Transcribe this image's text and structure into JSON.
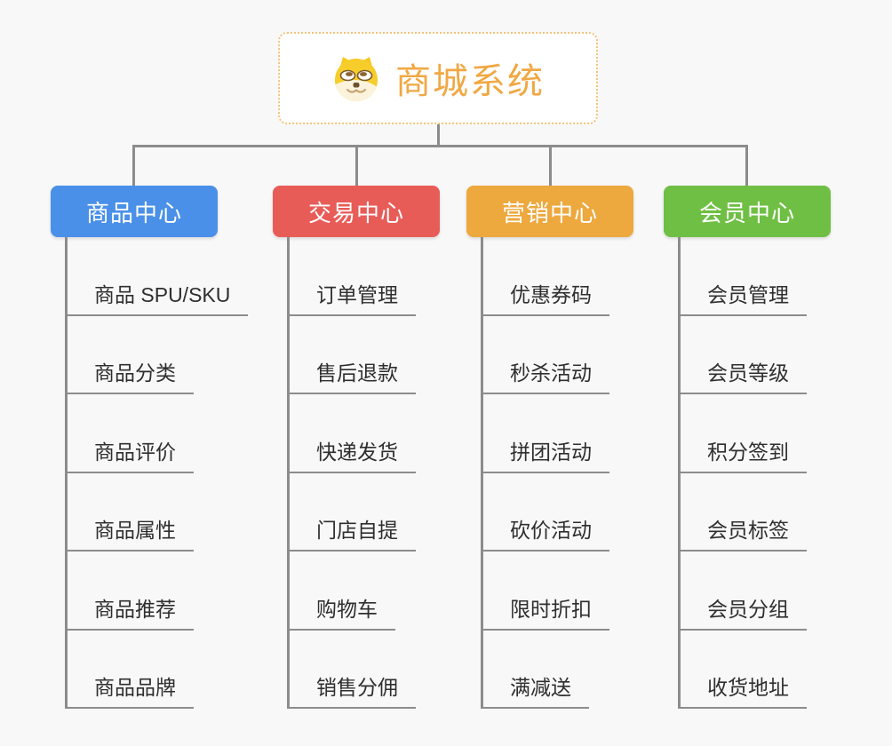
{
  "root": {
    "title": "商城系统",
    "title_color": "#F0A843",
    "border_color": "#F4C37D",
    "icon": "dog-face-icon"
  },
  "branches": [
    {
      "label": "商品中心",
      "color": "#4A90E8",
      "children": [
        "商品 SPU/SKU",
        "商品分类",
        "商品评价",
        "商品属性",
        "商品推荐",
        "商品品牌"
      ]
    },
    {
      "label": "交易中心",
      "color": "#E85C58",
      "children": [
        "订单管理",
        "售后退款",
        "快递发货",
        "门店自提",
        "购物车",
        "销售分佣"
      ]
    },
    {
      "label": "营销中心",
      "color": "#EDA83E",
      "children": [
        "优惠券码",
        "秒杀活动",
        "拼团活动",
        "砍价活动",
        "限时折扣",
        "满减送"
      ]
    },
    {
      "label": "会员中心",
      "color": "#6FBF44",
      "children": [
        "会员管理",
        "会员等级",
        "积分签到",
        "会员标签",
        "会员分组",
        "收货地址"
      ]
    }
  ],
  "colors": {
    "background": "#F8F8F8",
    "connector": "#8C8C8C",
    "leaf_text": "#2F2F2F"
  }
}
